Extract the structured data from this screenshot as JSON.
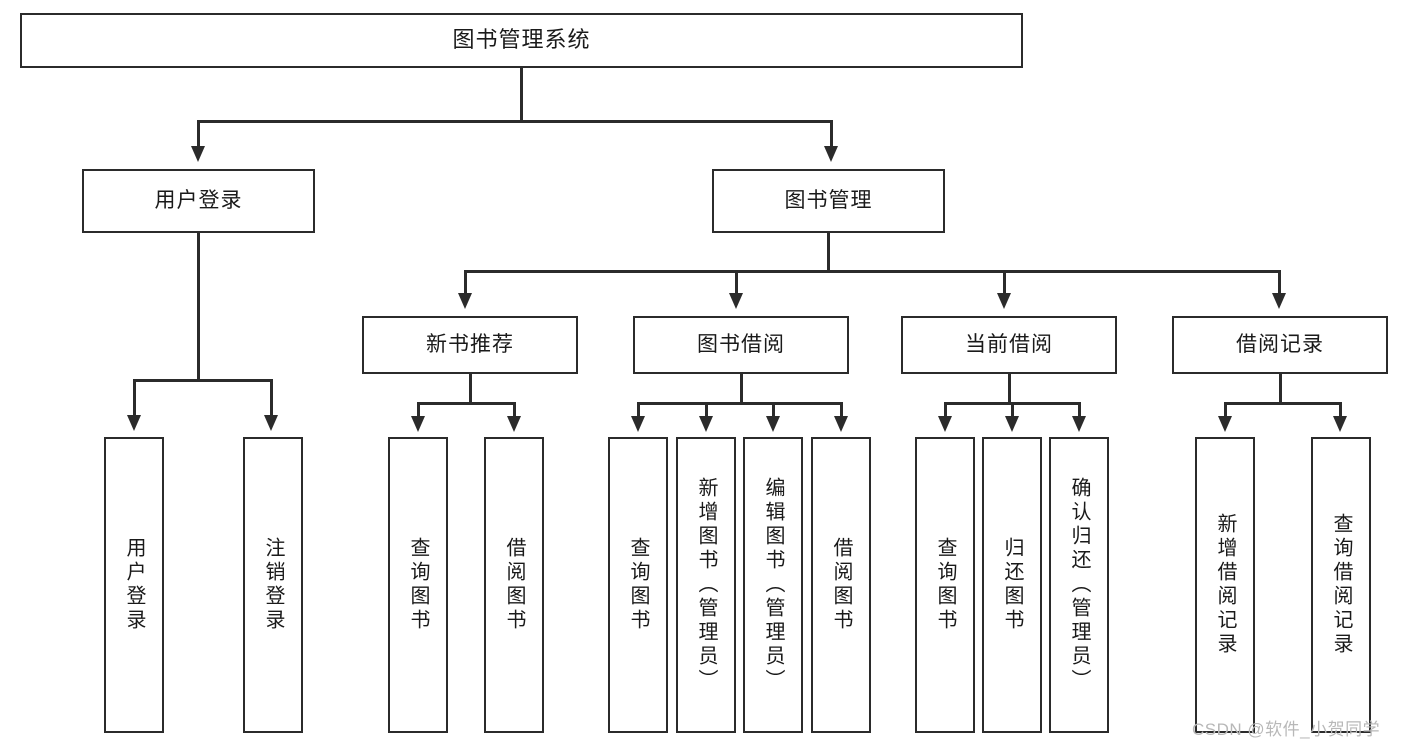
{
  "diagram": {
    "title": "图书管理系统",
    "type": "tree",
    "watermark": "CSDN @软件_小贺同学",
    "colors": {
      "stroke": "#2b2b2b",
      "fill": "#ffffff",
      "text": "#1a1a1a",
      "watermark": "#b8b8b8"
    },
    "levels": {
      "root": {
        "label": "图书管理系统"
      },
      "level2": [
        {
          "id": "user-login",
          "label": "用户登录"
        },
        {
          "id": "book-manage",
          "label": "图书管理"
        }
      ],
      "level3": [
        {
          "id": "new-book-recommend",
          "label": "新书推荐",
          "parent": "book-manage"
        },
        {
          "id": "book-borrow",
          "label": "图书借阅",
          "parent": "book-manage"
        },
        {
          "id": "current-borrow",
          "label": "当前借阅",
          "parent": "book-manage"
        },
        {
          "id": "borrow-record",
          "label": "借阅记录",
          "parent": "book-manage"
        }
      ],
      "leaves": [
        {
          "id": "leaf-user-login",
          "label": "用户登录",
          "parent": "user-login"
        },
        {
          "id": "leaf-logout",
          "label": "注销登录",
          "parent": "user-login"
        },
        {
          "id": "leaf-query-book-1",
          "label": "查询图书",
          "parent": "new-book-recommend"
        },
        {
          "id": "leaf-borrow-book-1",
          "label": "借阅图书",
          "parent": "new-book-recommend"
        },
        {
          "id": "leaf-query-book-2",
          "label": "查询图书",
          "parent": "book-borrow"
        },
        {
          "id": "leaf-add-book",
          "label": "新增图书（管理员）",
          "parent": "book-borrow"
        },
        {
          "id": "leaf-edit-book",
          "label": "编辑图书（管理员）",
          "parent": "book-borrow"
        },
        {
          "id": "leaf-borrow-book-2",
          "label": "借阅图书",
          "parent": "book-borrow"
        },
        {
          "id": "leaf-query-book-3",
          "label": "查询图书",
          "parent": "current-borrow"
        },
        {
          "id": "leaf-return-book",
          "label": "归还图书",
          "parent": "current-borrow"
        },
        {
          "id": "leaf-confirm-return",
          "label": "确认归还（管理员）",
          "parent": "current-borrow"
        },
        {
          "id": "leaf-add-record",
          "label": "新增借阅记录",
          "parent": "borrow-record"
        },
        {
          "id": "leaf-query-record",
          "label": "查询借阅记录",
          "parent": "borrow-record"
        }
      ]
    }
  }
}
